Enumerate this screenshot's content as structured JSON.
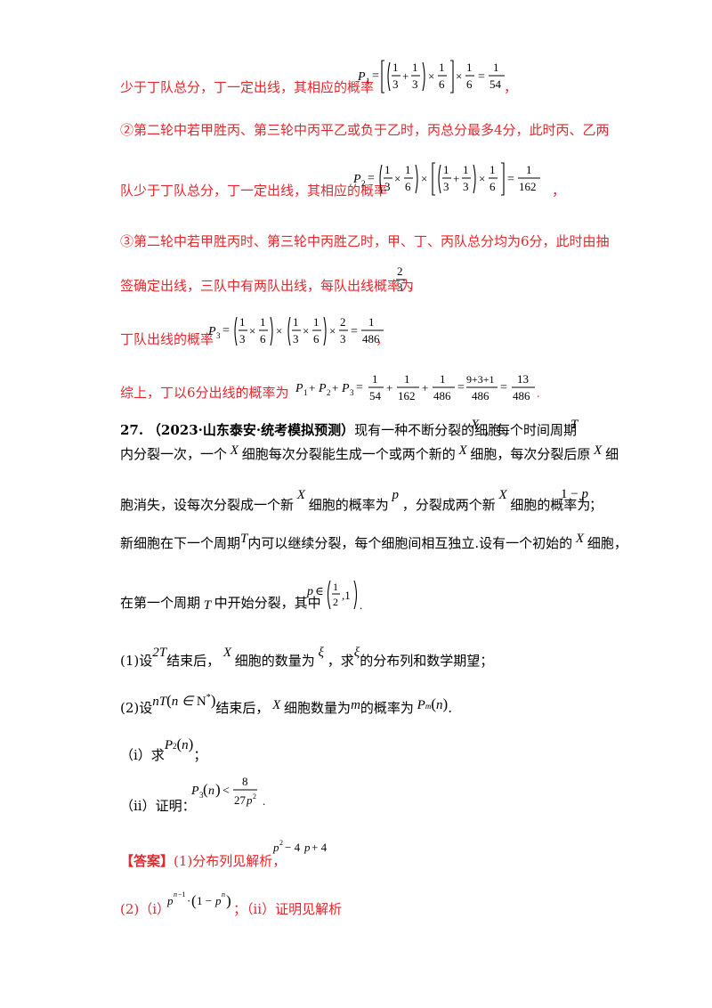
{
  "solution": {
    "line1": "少于丁队总分，丁一定出线，其相应的概率",
    "line2": "②第二轮中若甲胜丙、第三轮中丙平乙或负于乙时，丙总分最多4分，此时丙、乙两",
    "line3": "队少于丁队总分，丁一定出线，其相应的概率",
    "line4": "③第二轮中若甲胜丙时、第三轮中丙胜乙时，甲、丁、丙队总分均为6分，此时由抽",
    "line5": "签确定出线，三队中有两队出线，每队出线概率为",
    "line6": "丁队出线的概率",
    "line7": "综上，丁以6分出线的概率为",
    "comma": "，",
    "period": "."
  },
  "problem": {
    "number": "27.",
    "source": "（2023·山东泰安·统考模拟预测）",
    "l1": "现有一种不断分裂的细胞",
    "l1b": "，每个时间周期",
    "l2a": "内分裂一次，一个",
    "l2b": "细胞每次分裂能生成一个或两个新的",
    "l2c": "细胞，每次分裂后原",
    "l2d": "细",
    "l3a": "胞消失，设每次分裂成一个新",
    "l3b": "细胞的概率为",
    "l3c": "，分裂成两个新",
    "l3d": "细胞的概率为",
    "l3e": "；",
    "l4a": "新细胞在下一个周期",
    "l4b": "内可以继续分裂，每个细胞间相互独立.设有一个初始的",
    "l4c": "细胞，",
    "l5a": "在第一个周期",
    "l5b": "中开始分裂，其中",
    "q1a": "(1)设",
    "q1b": "结束后，",
    "q1c": "细胞的数量为",
    "q1d": "，求",
    "q1e": "的分布列和数学期望；",
    "q2a": "(2)设",
    "q2b": "结束后，",
    "q2c": "细胞数量为",
    "q2d": "的概率为",
    "qi": "（i）求",
    "qii": "（ii）证明：",
    "semi": "；"
  },
  "answer": {
    "label": "【答案】",
    "a1": "(1)分布列见解析，",
    "a2a": "(2)（i）",
    "a2b": "；（ii）证明见解析"
  }
}
